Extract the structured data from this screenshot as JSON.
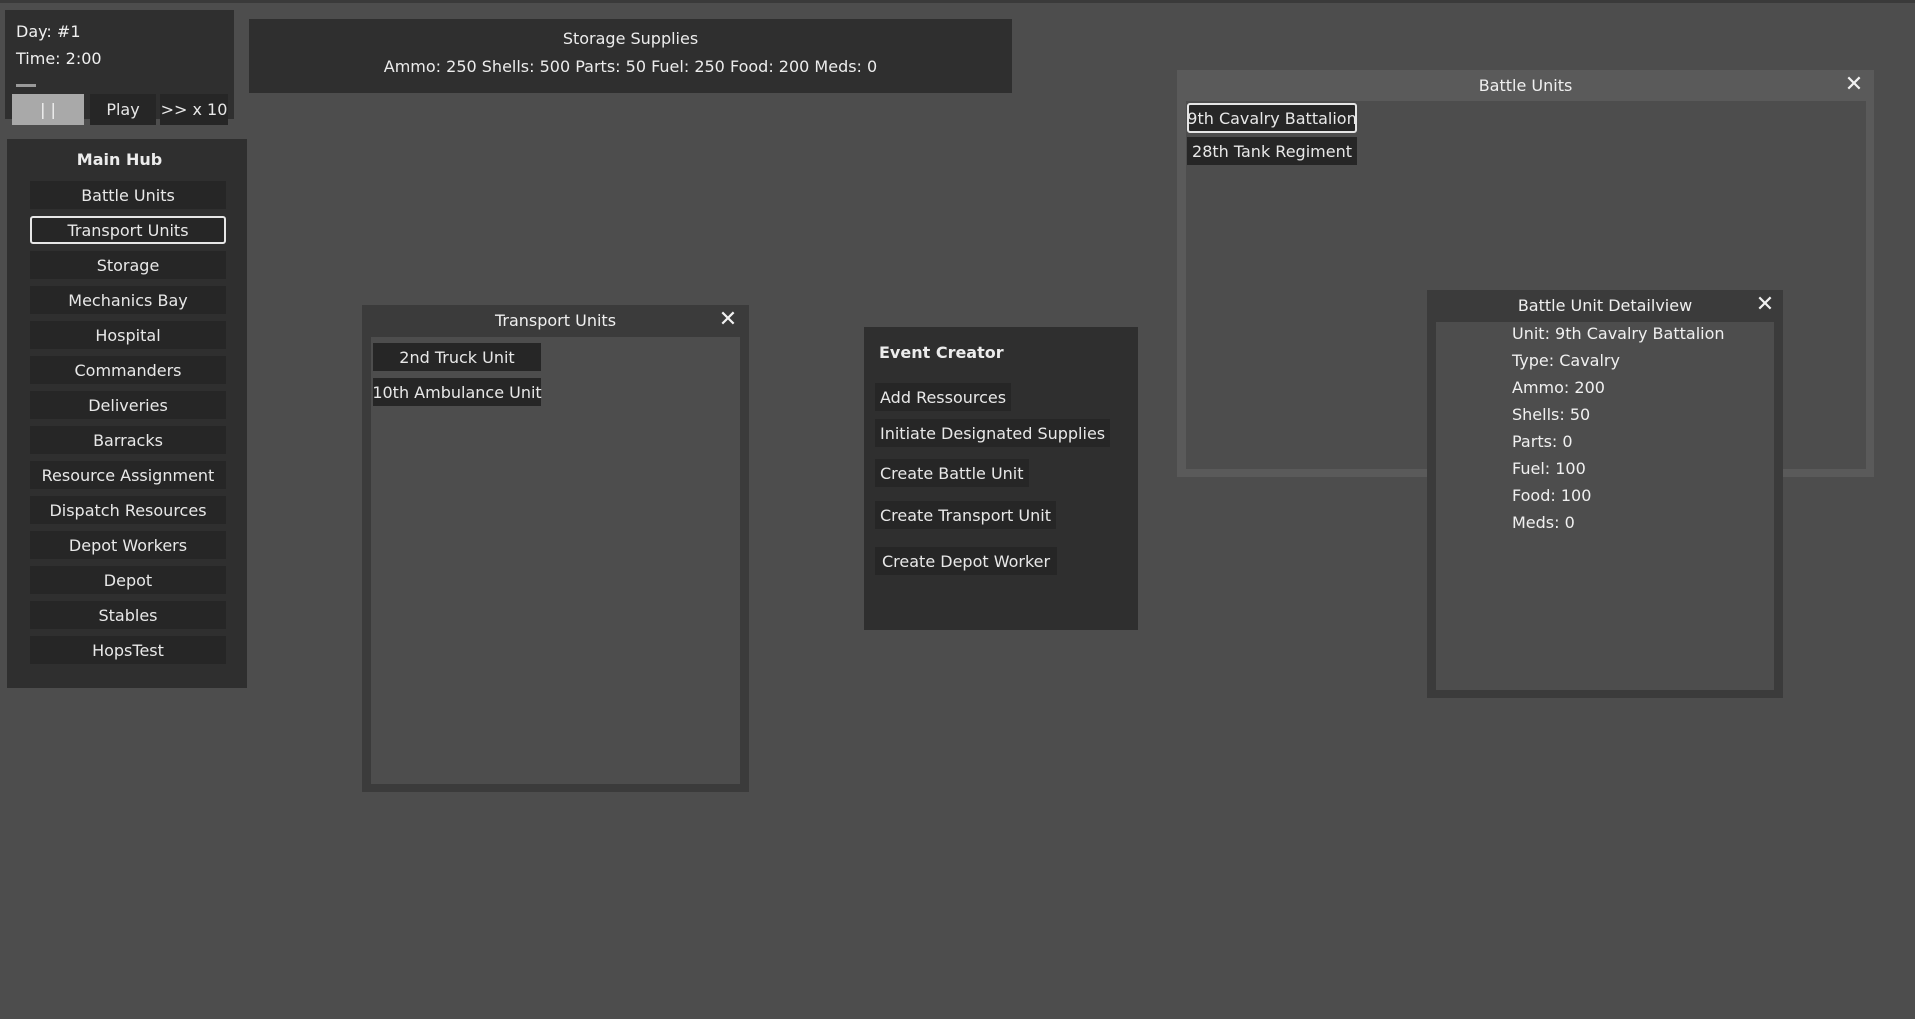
{
  "time_panel": {
    "day": "Day: #1",
    "time": "Time: 2:00",
    "progress": 0.1,
    "pause_label": "| |",
    "play_label": "Play",
    "fast_label": ">> x 10"
  },
  "storage": {
    "title": "Storage Supplies",
    "values": "Ammo: 250 Shells: 500 Parts: 50 Fuel: 250 Food: 200 Meds: 0"
  },
  "main_hub": {
    "title": "Main Hub",
    "items": [
      {
        "label": "Battle Units",
        "selected": false
      },
      {
        "label": "Transport Units",
        "selected": true
      },
      {
        "label": "Storage",
        "selected": false
      },
      {
        "label": "Mechanics Bay",
        "selected": false
      },
      {
        "label": "Hospital",
        "selected": false
      },
      {
        "label": "Commanders",
        "selected": false
      },
      {
        "label": "Deliveries",
        "selected": false
      },
      {
        "label": "Barracks",
        "selected": false
      },
      {
        "label": "Resource Assignment",
        "selected": false
      },
      {
        "label": "Dispatch Resources",
        "selected": false
      },
      {
        "label": "Depot Workers",
        "selected": false
      },
      {
        "label": "Depot",
        "selected": false
      },
      {
        "label": "Stables",
        "selected": false
      },
      {
        "label": "HopsTest",
        "selected": false
      }
    ]
  },
  "transport_window": {
    "title": "Transport Units",
    "close": "✕",
    "items": [
      "2nd Truck Unit",
      "10th Ambulance Unit"
    ]
  },
  "event_creator": {
    "title": "Event Creator",
    "items": [
      "Add Ressources",
      "Initiate Designated Supplies",
      "Create Battle Unit",
      "Create Transport Unit",
      "Create Depot Worker"
    ]
  },
  "battle_window": {
    "title": "Battle Units",
    "close": "✕",
    "items": [
      "9th Cavalry Battalion",
      "28th Tank Regiment"
    ]
  },
  "detail_window": {
    "title": "Battle Unit Detailview",
    "close": "✕",
    "lines": [
      "Unit: 9th Cavalry Battalion",
      "Type: Cavalry",
      "Ammo: 200",
      "Shells: 50",
      "Parts: 0",
      "Fuel: 100",
      "Food: 100",
      "Meds: 0"
    ]
  }
}
